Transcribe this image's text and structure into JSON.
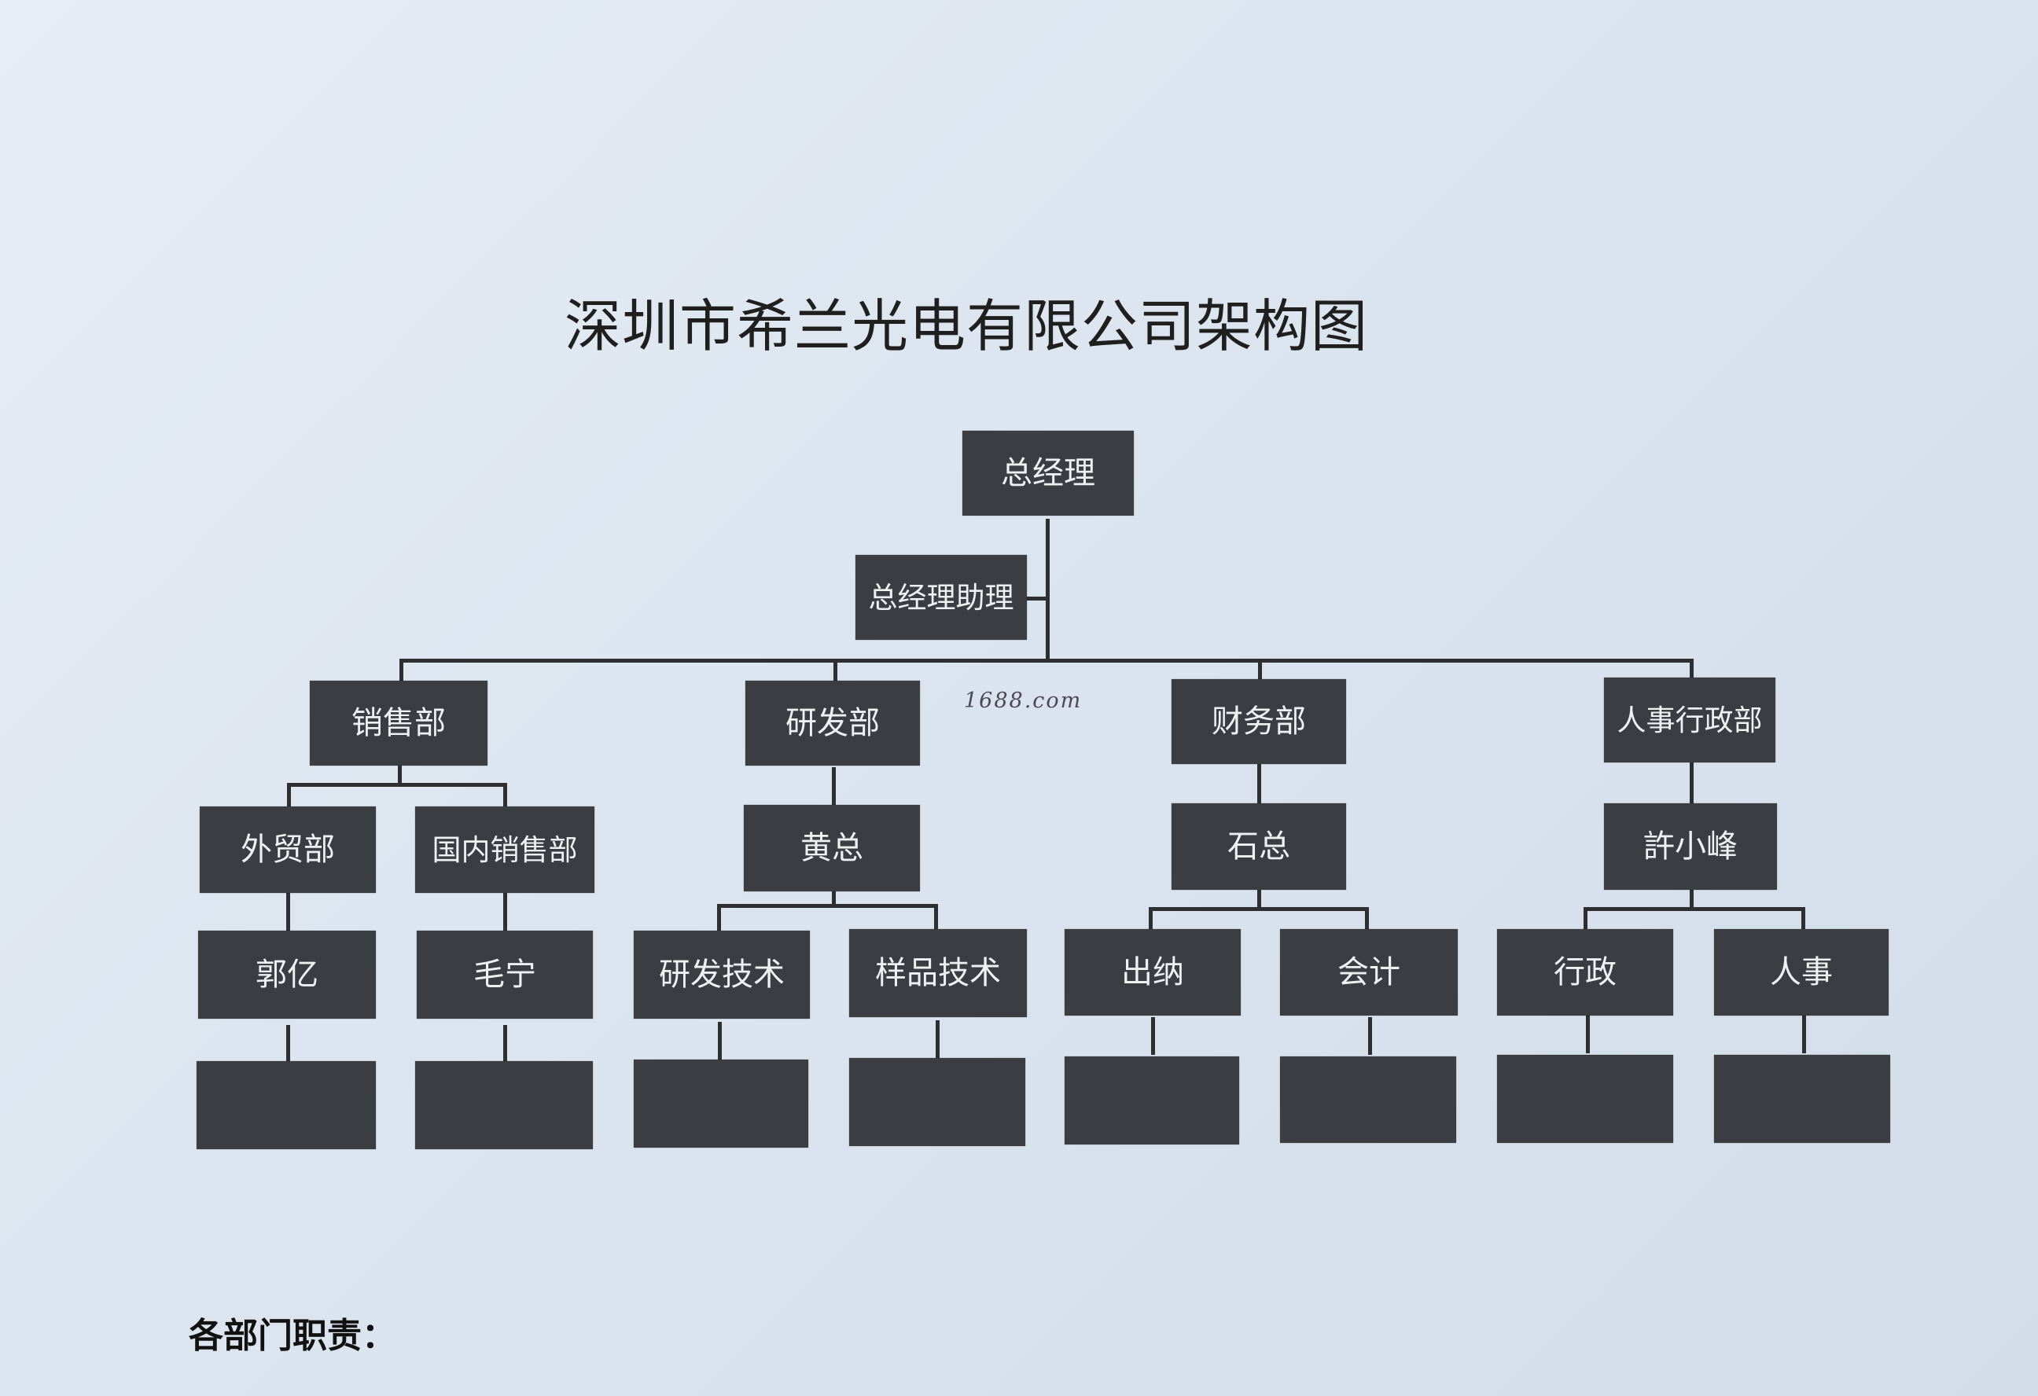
{
  "title": "深圳市希兰光电有限公司架构图",
  "watermark": "1688.com",
  "footer_heading": "各部门职责：",
  "nodes": {
    "ceo": "总经理",
    "ceo_assistant": "总经理助理",
    "sales_dept": "销售部",
    "rd_dept": "研发部",
    "finance_dept": "财务部",
    "hr_admin_dept": "人事行政部",
    "foreign_trade": "外贸部",
    "domestic_sales": "国内销售部",
    "rd_head": "黄总",
    "finance_head": "石总",
    "hr_head": "許小峰",
    "foreign_trade_staff": "郭亿",
    "domestic_sales_staff": "毛宁",
    "rd_tech": "研发技术",
    "sample_tech": "样品技术",
    "cashier": "出纳",
    "accounting": "会计",
    "admin": "行政",
    "personnel": "人事"
  }
}
